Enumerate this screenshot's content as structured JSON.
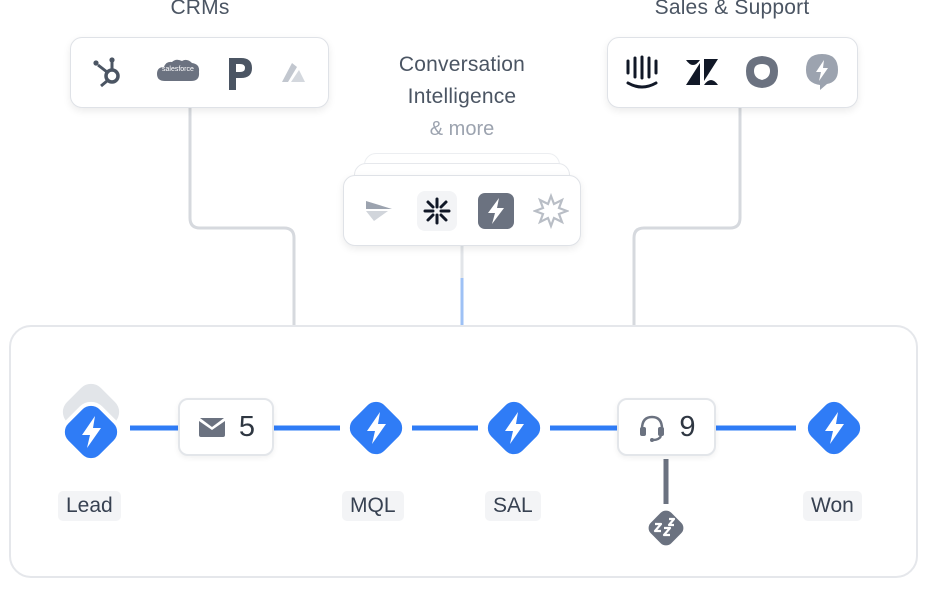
{
  "groups": {
    "crms": {
      "label": "CRMs",
      "logos": [
        "hubspot-icon",
        "salesforce-icon",
        "pipedrive-icon",
        "close-icon"
      ]
    },
    "conversation": {
      "label_line1": "Conversation",
      "label_line2": "Intelligence",
      "sub_label": "& more",
      "logos": [
        "gong-icon",
        "chorus-icon",
        "bolt-icon",
        "burst-icon"
      ]
    },
    "support": {
      "label": "Sales & Support",
      "logos": [
        "intercom-icon",
        "zendesk-icon",
        "outreach-icon",
        "freshdesk-icon"
      ]
    }
  },
  "salesforce_text": "salesforce",
  "pipeline": {
    "stages": [
      {
        "label": "Lead"
      },
      {
        "label": "MQL"
      },
      {
        "label": "SAL"
      },
      {
        "label": "Won"
      }
    ],
    "email_counter": {
      "value": "5",
      "icon": "mail-icon"
    },
    "support_counter": {
      "value": "9",
      "icon": "headset-icon"
    },
    "snooze_icon": "zzz-icon"
  },
  "colors": {
    "accent": "#2f7cf6",
    "connector": "#d1d5db",
    "snooze": "#6b7280"
  }
}
